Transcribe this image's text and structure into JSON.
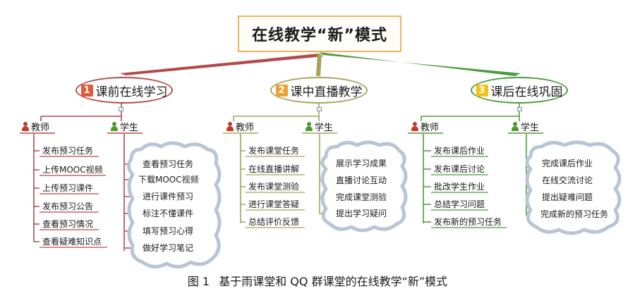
{
  "title": "在线教学“新”模式",
  "branches": [
    {
      "num": "1",
      "label": "课前在线学习",
      "color": "#b24b4b",
      "badge": "#e05a3a",
      "teacher": {
        "label": "教师",
        "items": [
          "发布预习任务",
          "上传MOOC视频",
          "上传预习课件",
          "发布预习公告",
          "查看预习情况",
          "查看疑难知识点"
        ]
      },
      "student": {
        "label": "学生",
        "items": [
          "查看预习任务",
          "下载MOOC视频",
          "进行课件预习",
          "标注不懂课件",
          "填写预习心得",
          "做好学习笔记"
        ]
      }
    },
    {
      "num": "2",
      "label": "课中直播教学",
      "color": "#a7a35a",
      "badge": "#f0a030",
      "teacher": {
        "label": "教师",
        "items": [
          "发布课堂任务",
          "在线直播讲解",
          "发布课堂测验",
          "进行课堂答疑",
          "总结评价反馈"
        ]
      },
      "student": {
        "label": "学生",
        "items": [
          "展示学习成果",
          "直播讨论互动",
          "完成课堂测验",
          "提出学习疑问"
        ]
      }
    },
    {
      "num": "3",
      "label": "课后在线巩固",
      "color": "#4e9a3e",
      "badge": "#f2c21a",
      "teacher": {
        "label": "教师",
        "items": [
          "发布课后作业",
          "发布课后讨论",
          "批改学生作业",
          "总结学习问题",
          "发布新的预习任务"
        ]
      },
      "student": {
        "label": "学生",
        "items": [
          "完成课后作业",
          "在线交流讨论",
          "提出疑难问题",
          "完成新的预习任务"
        ]
      }
    }
  ],
  "caption": {
    "fig": "图 1",
    "text": "基于雨课堂和 QQ 群课堂的在线教学“新”模式"
  },
  "colors": {
    "teacher_icon": "#c0392b",
    "student_icon": "#4f9a2e",
    "title_border": "#f2b35c",
    "cloud_stroke": "#b9c5d6"
  }
}
